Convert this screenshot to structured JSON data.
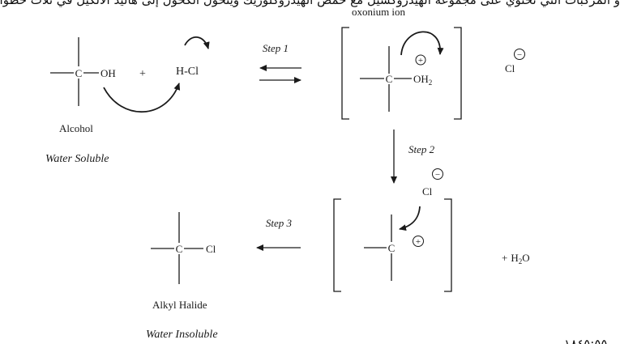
{
  "top_clipped_text": "و المركبات التي تحتوي على مجموعة الهيدروكسيل مع حمض الهيدروكلوريك ويتحول الكحول إلى هاليد الألكيل في ثلاث خطوات",
  "corner_text": "١٨٤٥:٥٥ .",
  "labels": {
    "oxonium": "oxonium ion",
    "alcohol": "Alcohol",
    "water_soluble": "Water Soluble",
    "alkyl_halide": "Alkyl Halide",
    "water_insoluble": "Water Insoluble",
    "step1": "Step 1",
    "step2": "Step 2",
    "step3": "Step 3"
  },
  "chem": {
    "c": "C",
    "oh": "OH",
    "plus": "+",
    "hcl": "H-Cl",
    "oh2_o": "OH",
    "oh2_sub": "2",
    "cl": "Cl",
    "charge_plus": "+",
    "charge_minus": "−",
    "h2o_plus": "+",
    "h2o_h": "H",
    "h2o_sub": "2",
    "h2o_o": "O"
  }
}
